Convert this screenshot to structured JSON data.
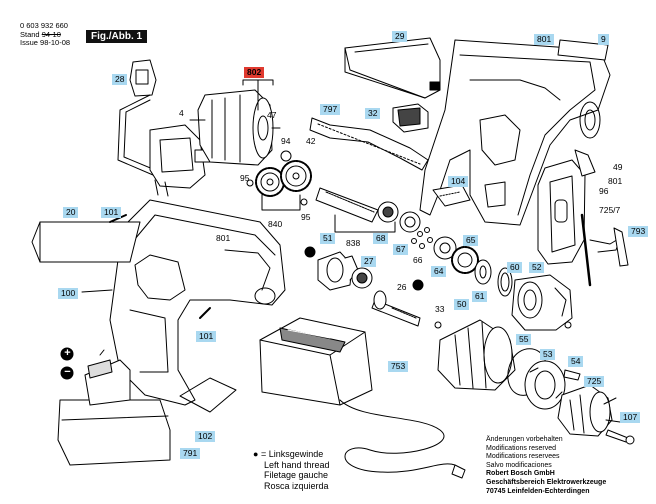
{
  "header": {
    "part_number": "0 603 932 660",
    "stand_label": "Stand",
    "stand_value": "94-10",
    "issue_label": "Issue",
    "issue_value": "98-10-08",
    "figure_label": "Fig./Abb. 1"
  },
  "labels": [
    {
      "id": "802",
      "text": "802",
      "style": "red"
    },
    {
      "id": "29",
      "text": "29",
      "style": "blue"
    },
    {
      "id": "801a",
      "text": "801",
      "style": "blue"
    },
    {
      "id": "9",
      "text": "9",
      "style": "blue"
    },
    {
      "id": "28",
      "text": "28",
      "style": "blue"
    },
    {
      "id": "47",
      "text": "47",
      "style": "plain"
    },
    {
      "id": "797",
      "text": "797",
      "style": "blue"
    },
    {
      "id": "32",
      "text": "32",
      "style": "blue"
    },
    {
      "id": "4",
      "text": "4",
      "style": "plain"
    },
    {
      "id": "94",
      "text": "94",
      "style": "plain"
    },
    {
      "id": "42",
      "text": "42",
      "style": "plain"
    },
    {
      "id": "95a",
      "text": "95",
      "style": "plain"
    },
    {
      "id": "104",
      "text": "104",
      "style": "blue"
    },
    {
      "id": "49",
      "text": "49",
      "style": "plain"
    },
    {
      "id": "801b",
      "text": "801",
      "style": "plain"
    },
    {
      "id": "96",
      "text": "96",
      "style": "plain"
    },
    {
      "id": "725_7",
      "text": "725/7",
      "style": "plain"
    },
    {
      "id": "793",
      "text": "793",
      "style": "blue"
    },
    {
      "id": "20",
      "text": "20",
      "style": "blue"
    },
    {
      "id": "101a",
      "text": "101",
      "style": "blue"
    },
    {
      "id": "840",
      "text": "840",
      "style": "plain"
    },
    {
      "id": "95b",
      "text": "95",
      "style": "plain"
    },
    {
      "id": "801c",
      "text": "801",
      "style": "plain"
    },
    {
      "id": "68",
      "text": "68",
      "style": "blue"
    },
    {
      "id": "51",
      "text": "51",
      "style": "blue"
    },
    {
      "id": "838",
      "text": "838",
      "style": "plain"
    },
    {
      "id": "67",
      "text": "67",
      "style": "blue"
    },
    {
      "id": "65",
      "text": "65",
      "style": "blue"
    },
    {
      "id": "66",
      "text": "66",
      "style": "plain"
    },
    {
      "id": "64",
      "text": "64",
      "style": "blue"
    },
    {
      "id": "27",
      "text": "27",
      "style": "blue"
    },
    {
      "id": "60",
      "text": "60",
      "style": "blue"
    },
    {
      "id": "52",
      "text": "52",
      "style": "blue"
    },
    {
      "id": "61",
      "text": "61",
      "style": "blue"
    },
    {
      "id": "26",
      "text": "26",
      "style": "plain"
    },
    {
      "id": "100",
      "text": "100",
      "style": "blue"
    },
    {
      "id": "50",
      "text": "50",
      "style": "blue"
    },
    {
      "id": "33",
      "text": "33",
      "style": "plain"
    },
    {
      "id": "101b",
      "text": "101",
      "style": "blue"
    },
    {
      "id": "55",
      "text": "55",
      "style": "blue"
    },
    {
      "id": "753",
      "text": "753",
      "style": "blue"
    },
    {
      "id": "53",
      "text": "53",
      "style": "blue"
    },
    {
      "id": "54",
      "text": "54",
      "style": "blue"
    },
    {
      "id": "725",
      "text": "725",
      "style": "blue"
    },
    {
      "id": "107",
      "text": "107",
      "style": "blue"
    },
    {
      "id": "102",
      "text": "102",
      "style": "blue"
    },
    {
      "id": "791",
      "text": "791",
      "style": "blue"
    }
  ],
  "plus_sign": "+",
  "minus_sign": "−",
  "legend": {
    "marker": "●",
    "lines": [
      "= Linksgewinde",
      "Left hand thread",
      "Filetage gauche",
      "Rosca izquierda"
    ]
  },
  "note": {
    "lines": [
      "Änderungen vorbehalten",
      "Modifications reserved",
      "Modifications reservees",
      "Salvo modificaciones"
    ],
    "bold_lines": [
      "Robert Bosch GmbH",
      "Geschäftsbereich Elektrowerkzeuge",
      "70745 Leinfelden-Echterdingen"
    ]
  },
  "colors": {
    "label_blue": "#a9d8f0",
    "label_red": "#e03a2f",
    "line": "#000000",
    "fill_grey": "#d0d0d0"
  }
}
